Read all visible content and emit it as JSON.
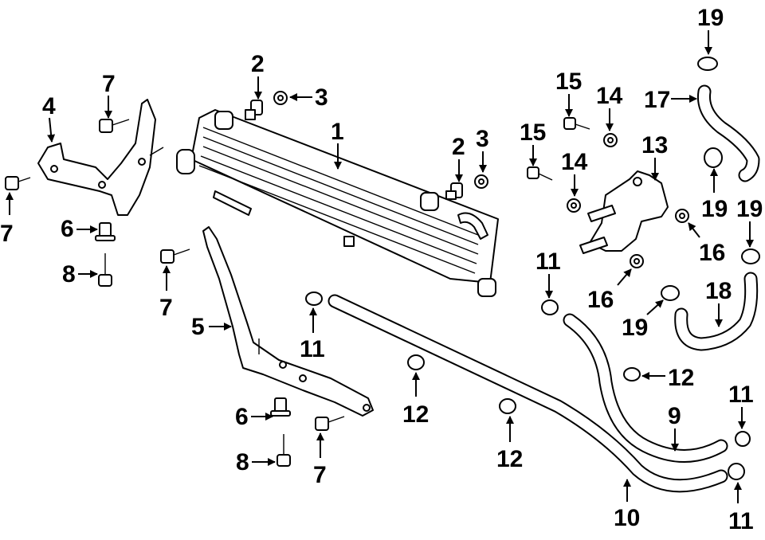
{
  "callouts": [
    {
      "id": "c1",
      "number": "1"
    },
    {
      "id": "c2a",
      "number": "2"
    },
    {
      "id": "c2b",
      "number": "2"
    },
    {
      "id": "c3a",
      "number": "3"
    },
    {
      "id": "c3b",
      "number": "3"
    },
    {
      "id": "c4",
      "number": "4"
    },
    {
      "id": "c5",
      "number": "5"
    },
    {
      "id": "c6a",
      "number": "6"
    },
    {
      "id": "c6b",
      "number": "6"
    },
    {
      "id": "c7a",
      "number": "7"
    },
    {
      "id": "c7b",
      "number": "7"
    },
    {
      "id": "c7c",
      "number": "7"
    },
    {
      "id": "c7d",
      "number": "7"
    },
    {
      "id": "c8a",
      "number": "8"
    },
    {
      "id": "c8b",
      "number": "8"
    },
    {
      "id": "c9",
      "number": "9"
    },
    {
      "id": "c10",
      "number": "10"
    },
    {
      "id": "c11a",
      "number": "11"
    },
    {
      "id": "c11b",
      "number": "11"
    },
    {
      "id": "c11c",
      "number": "11"
    },
    {
      "id": "c11d",
      "number": "11"
    },
    {
      "id": "c12a",
      "number": "12"
    },
    {
      "id": "c12b",
      "number": "12"
    },
    {
      "id": "c12c",
      "number": "12"
    },
    {
      "id": "c13",
      "number": "13"
    },
    {
      "id": "c14a",
      "number": "14"
    },
    {
      "id": "c14b",
      "number": "14"
    },
    {
      "id": "c15a",
      "number": "15"
    },
    {
      "id": "c15b",
      "number": "15"
    },
    {
      "id": "c16a",
      "number": "16"
    },
    {
      "id": "c16b",
      "number": "16"
    },
    {
      "id": "c17",
      "number": "17"
    },
    {
      "id": "c18",
      "number": "18"
    },
    {
      "id": "c19a",
      "number": "19"
    },
    {
      "id": "c19b",
      "number": "19"
    },
    {
      "id": "c19c",
      "number": "19"
    },
    {
      "id": "c19d",
      "number": "19"
    }
  ]
}
